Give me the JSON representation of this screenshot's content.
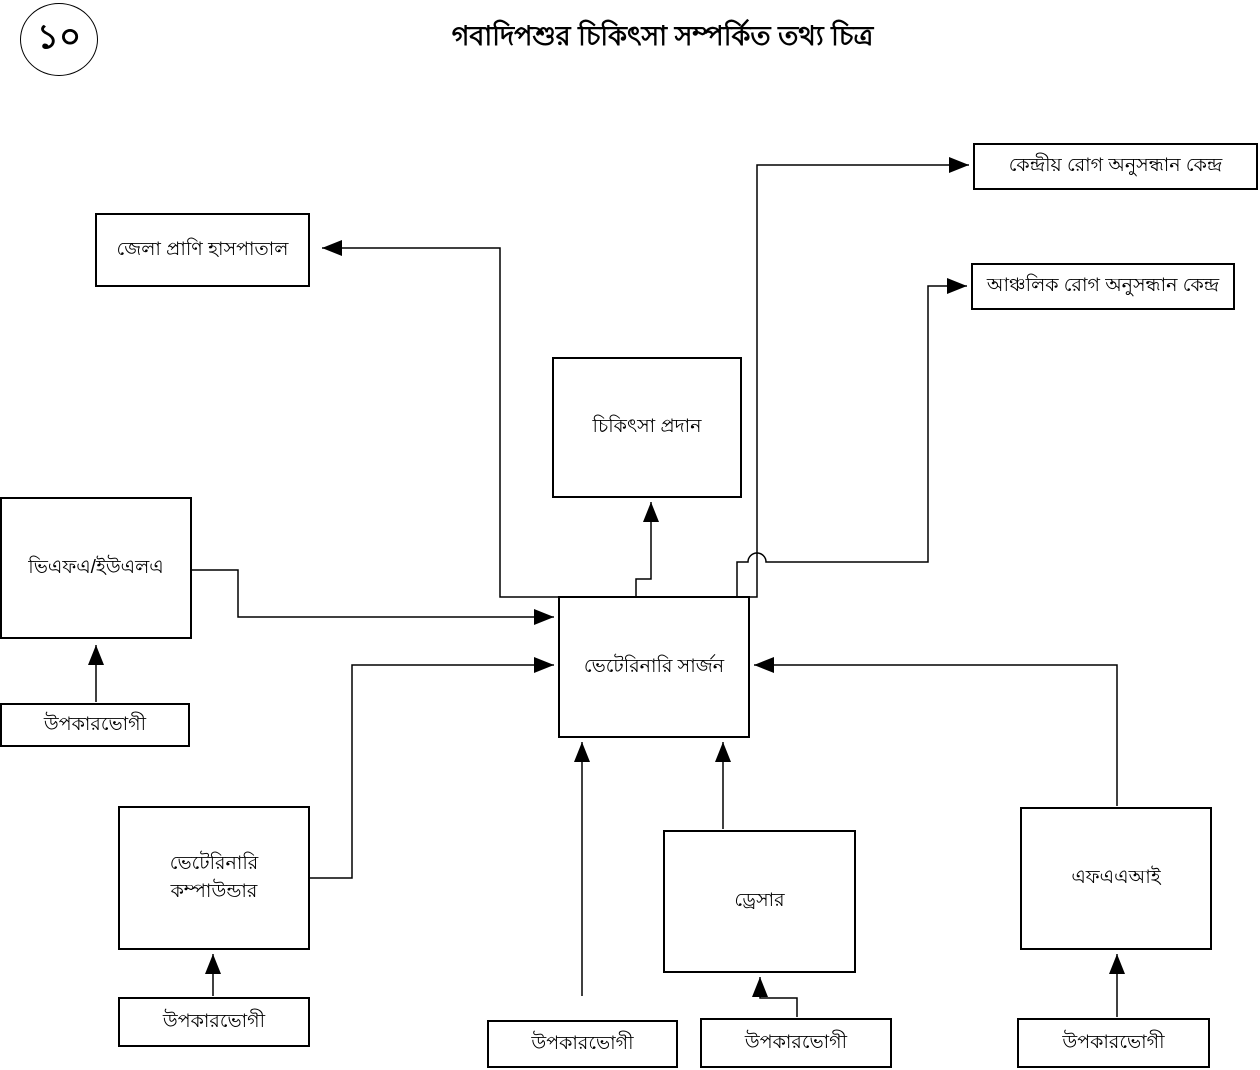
{
  "page": {
    "badge_number": "১০",
    "title": "গবাদিপশুর চিকিৎসা সম্পর্কিত তথ্য চিত্র",
    "background_color": "#ffffff",
    "line_color": "#000000"
  },
  "nodes": {
    "central_disease_center": "কেন্দ্রীয় রোগ অনুসন্ধান কেন্দ্র",
    "regional_disease_center": "আঞ্চলিক রোগ অনুসন্ধান কেন্দ্র",
    "district_animal_hospital": "জেলা প্রাণি হাসপাতাল",
    "treatment_provision": "চিকিৎসা প্রদান",
    "vfa_ula": "ভিএফএ/ইউএলএ",
    "veterinary_surgeon": "ভেটেরিনারি সার্জন",
    "veterinary_compounder_lines": [
      "ভেটেরিনারি",
      "কম্পাউন্ডার"
    ],
    "dresser": "ড্রেসার",
    "fai": "এফএএআই",
    "beneficiary": "উপকারভোগী"
  },
  "edges": [
    {
      "from": "beneficiary",
      "to": "vfa_ula"
    },
    {
      "from": "vfa_ula",
      "to": "veterinary_surgeon"
    },
    {
      "from": "beneficiary",
      "to": "veterinary_compounder"
    },
    {
      "from": "veterinary_compounder",
      "to": "veterinary_surgeon"
    },
    {
      "from": "beneficiary",
      "to": "veterinary_surgeon"
    },
    {
      "from": "beneficiary",
      "to": "dresser"
    },
    {
      "from": "dresser",
      "to": "veterinary_surgeon"
    },
    {
      "from": "beneficiary",
      "to": "fai"
    },
    {
      "from": "fai",
      "to": "veterinary_surgeon"
    },
    {
      "from": "veterinary_surgeon",
      "to": "treatment_provision"
    },
    {
      "from": "veterinary_surgeon",
      "to": "district_animal_hospital"
    },
    {
      "from": "veterinary_surgeon",
      "to": "central_disease_center"
    },
    {
      "from": "veterinary_surgeon",
      "to": "regional_disease_center"
    }
  ]
}
